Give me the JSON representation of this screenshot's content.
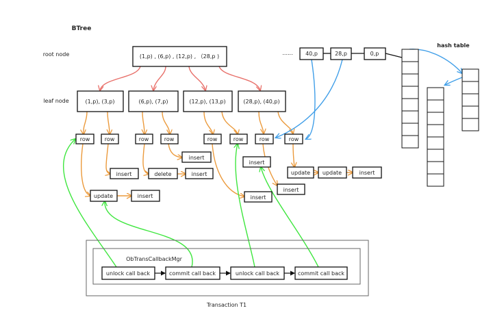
{
  "title": "BTree",
  "hash_table_label": "hash table",
  "row_labels": {
    "root": "root node",
    "leaf": "leaf node"
  },
  "root_node": "(1,p) , (6,p) , (12,p) , （28,p )",
  "leaf_nodes": [
    "(1,p), (3,p)",
    "(6,p), (7,p)",
    "(12,p), (13,p)",
    "(28,p), (40,p)"
  ],
  "hash_chain": {
    "ellipsis": "......",
    "entries": [
      "40,p",
      "28,p",
      "0,p"
    ]
  },
  "row_label": "row",
  "ops": {
    "insert": "insert",
    "delete": "delete",
    "update": "update"
  },
  "transaction": {
    "title": "Transaction T1",
    "manager": "ObTransCallbackMgr",
    "callbacks": [
      "unlock call back",
      "commit call back",
      "unlock call back",
      "commit call back"
    ]
  },
  "colors": {
    "root_links": "#e8706a",
    "row_chains": "#eb9a3c",
    "callback_refs": "#3ee63e",
    "hash_refs": "#3f9ee8",
    "box_stroke": "#111111"
  }
}
